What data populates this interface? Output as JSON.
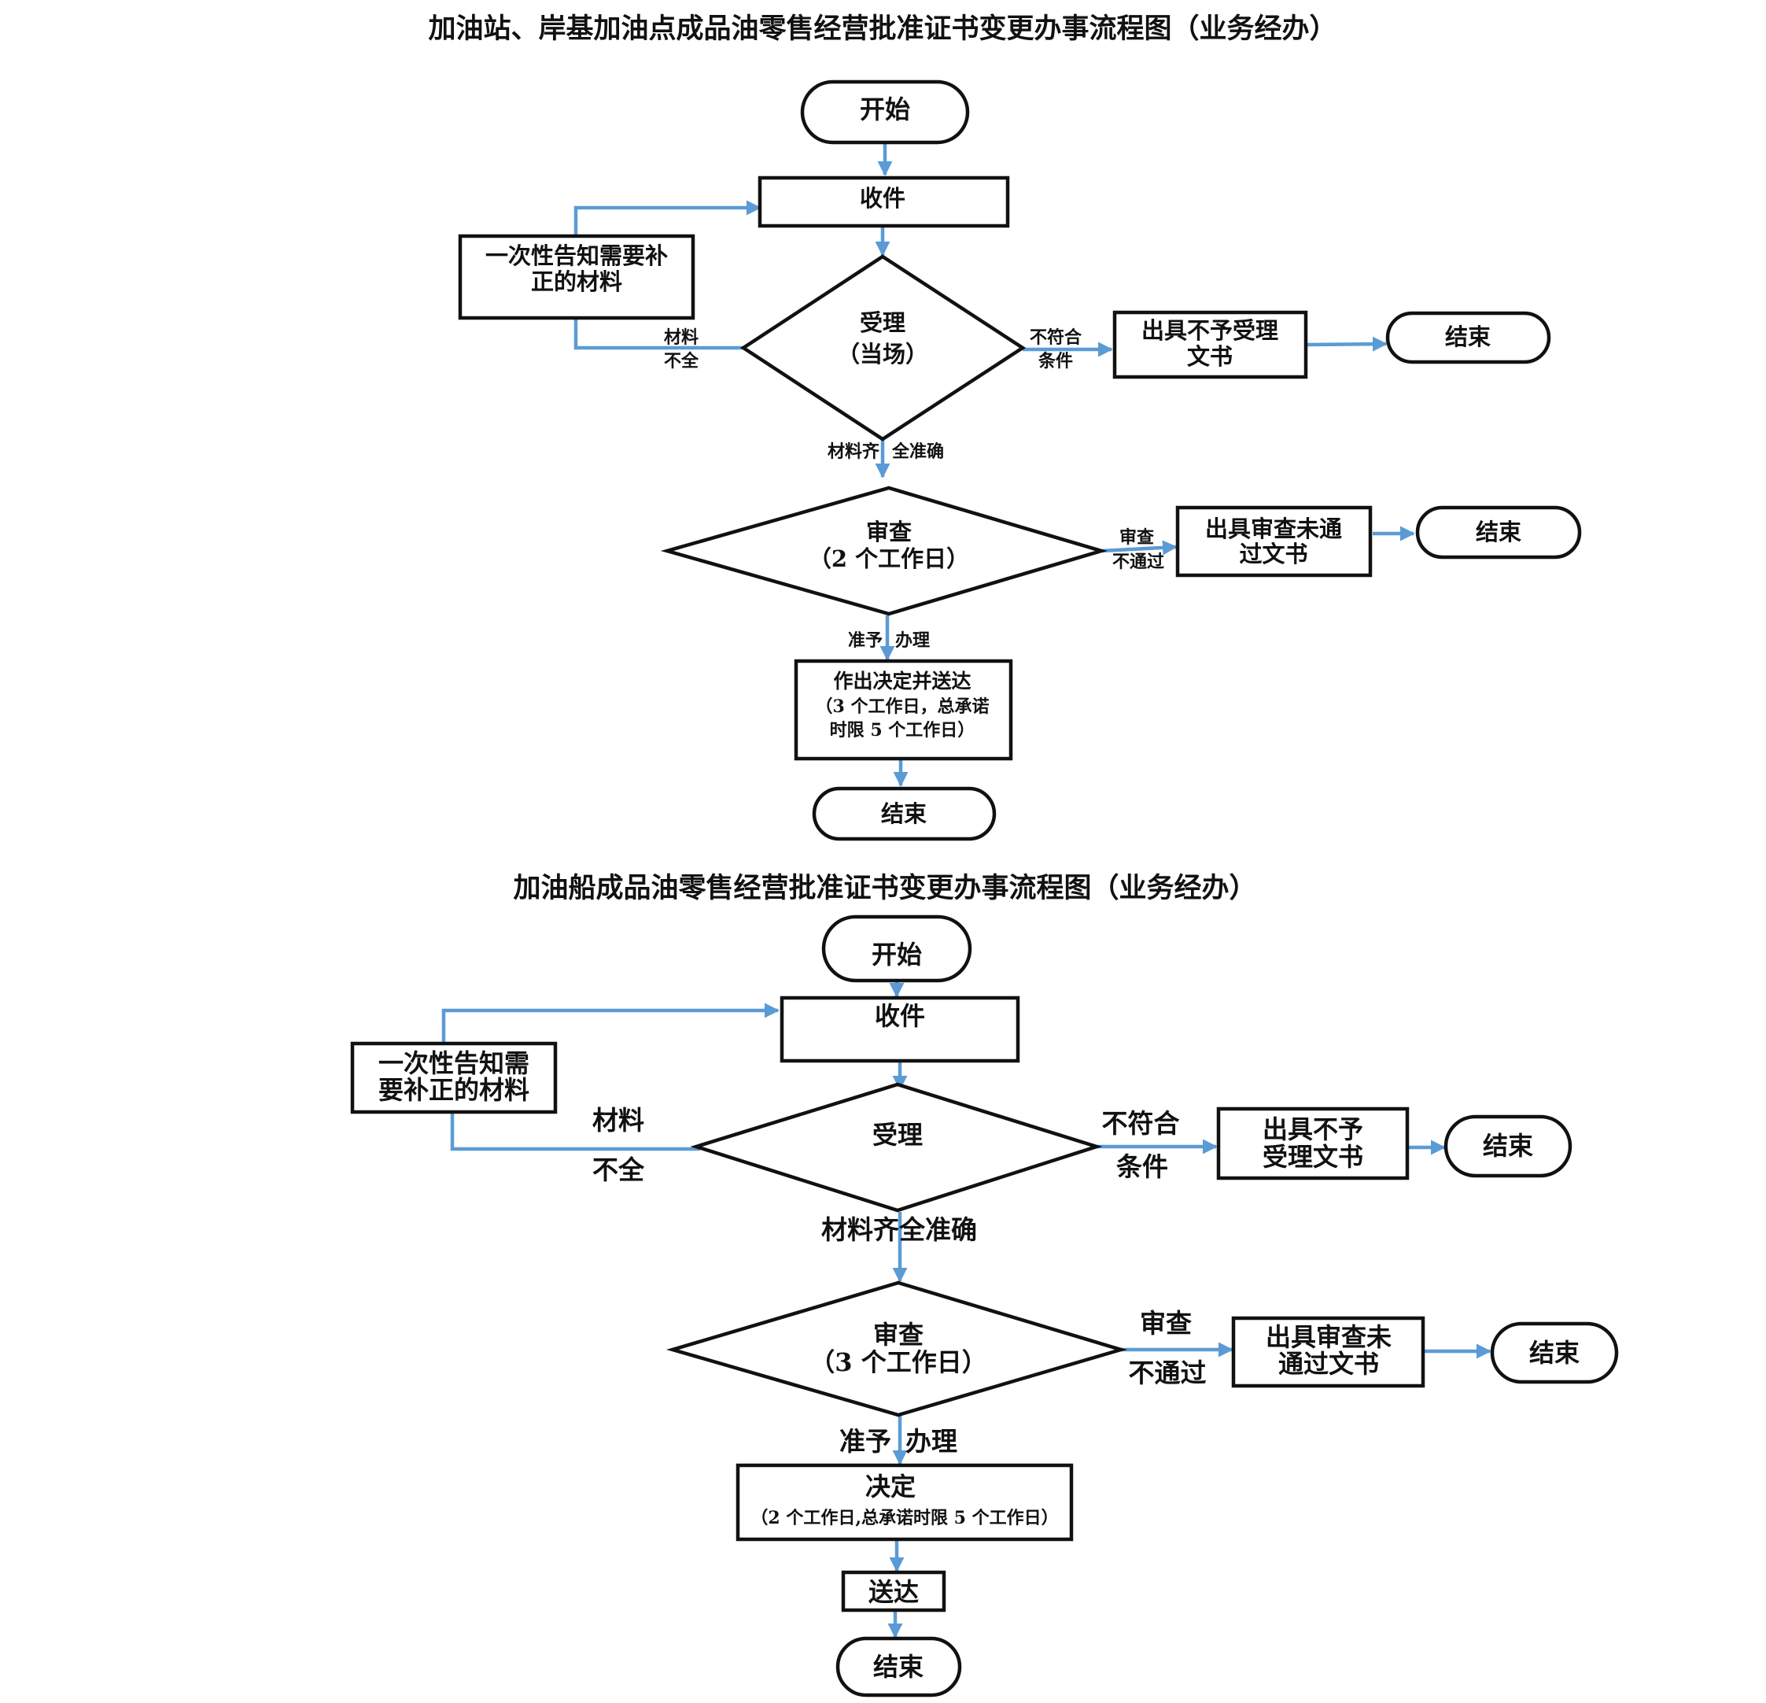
{
  "diagram1": {
    "title": "加油站、岸基加油点成品油零售经营批准证书变更办事流程图（业务经办）",
    "start": "开始",
    "receive": "收件",
    "notify_line1": "一次性告知需要补",
    "notify_line2": "正的材料",
    "accept_line1": "受理",
    "accept_line2": "（当场）",
    "incomplete_line1": "材料",
    "incomplete_line2": "不全",
    "noncompliant_line1": "不符合",
    "noncompliant_line2": "条件",
    "reject_line1": "出具不予受理",
    "reject_line2": "文书",
    "end_reject": "结束",
    "complete_left": "材料齐",
    "complete_right": "全准确",
    "review_line1": "审查",
    "review_line2": "（2 个工作日）",
    "fail_line1": "审查",
    "fail_line2": "不通过",
    "failed_doc_line1": "出具审查未通",
    "failed_doc_line2": "过文书",
    "end_fail": "结束",
    "approve_left": "准予",
    "approve_right": "办理",
    "decide_line1": "作出决定并送达",
    "decide_line2": "（3 个工作日，总承诺",
    "decide_line3": "时限 5 个工作日）",
    "end": "结束"
  },
  "diagram2": {
    "title": "加油船成品油零售经营批准证书变更办事流程图（业务经办）",
    "start": "开始",
    "receive": "收件",
    "notify_line1": "一次性告知需",
    "notify_line2": "要补正的材料",
    "accept": "受理",
    "incomplete_line1": "材料",
    "incomplete_line2": "不全",
    "noncompliant_line1": "不符合",
    "noncompliant_line2": "条件",
    "reject_line1": "出具不予",
    "reject_line2": "受理文书",
    "end_reject": "结束",
    "complete": "材料齐全准确",
    "review_line1": "审查",
    "review_line2": "（3 个工作日）",
    "fail_line1": "审查",
    "fail_line2": "不通过",
    "failed_doc_line1": "出具审查未",
    "failed_doc_line2": "通过文书",
    "end_fail": "结束",
    "approve_left": "准予",
    "approve_right": "办理",
    "decide_line1": "决定",
    "decide_line2": "（2 个工作日,总承诺时限 5 个工作日）",
    "deliver": "送达",
    "end": "结束"
  }
}
